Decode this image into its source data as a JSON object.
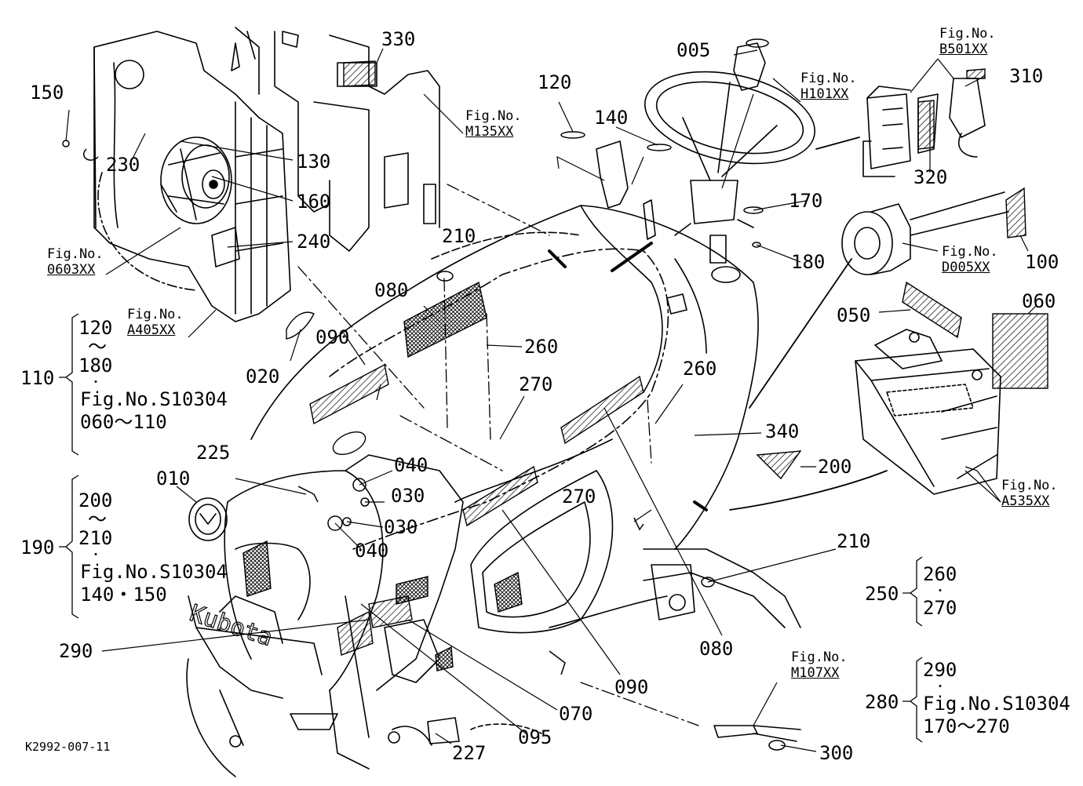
{
  "diagram": {
    "drawing_code": "K2992-007-11",
    "part_labels": [
      "005",
      "010",
      "020",
      "030",
      "030",
      "040",
      "040",
      "050",
      "060",
      "070",
      "080",
      "080",
      "090",
      "090",
      "095",
      "100",
      "120",
      "130",
      "140",
      "150",
      "160",
      "170",
      "180",
      "200",
      "210",
      "210",
      "225",
      "227",
      "230",
      "240",
      "260",
      "260",
      "270",
      "270",
      "290",
      "300",
      "310",
      "320",
      "330",
      "340"
    ],
    "figure_refs": [
      {
        "prefix": "Fig.No.",
        "code": "M135XX"
      },
      {
        "prefix": "Fig.No.",
        "code": "H101XX"
      },
      {
        "prefix": "Fig.No.",
        "code": "B501XX"
      },
      {
        "prefix": "Fig.No.",
        "code": "D005XX"
      },
      {
        "prefix": "Fig.No.",
        "code": "0603XX"
      },
      {
        "prefix": "Fig.No.",
        "code": "A405XX"
      },
      {
        "prefix": "Fig.No.",
        "code": "A535XX"
      },
      {
        "prefix": "Fig.No.",
        "code": "M107XX"
      }
    ],
    "groups": [
      {
        "id": "110",
        "lines": [
          "120",
          "～",
          "180",
          "・",
          "Fig.No.S10304",
          "060～110"
        ]
      },
      {
        "id": "190",
        "lines": [
          "200",
          "～",
          "210",
          "・",
          "Fig.No.S10304",
          "140・150"
        ]
      },
      {
        "id": "250",
        "lines": [
          "260",
          "・",
          "270"
        ]
      },
      {
        "id": "280",
        "lines": [
          "290",
          "・",
          "Fig.No.S10304",
          "170～270"
        ]
      }
    ],
    "brand_text": "Kubota"
  }
}
